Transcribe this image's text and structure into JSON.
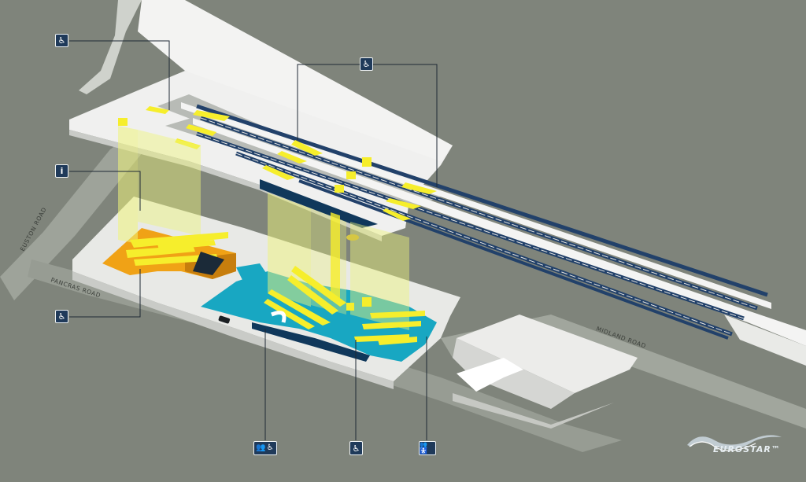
{
  "roads": {
    "euston": "EUSTON ROAD",
    "pancras": "PANCRAS ROAD",
    "midland": "MIDLAND ROAD"
  },
  "icons": {
    "top_left": {
      "name": "wheelchair-icon",
      "glyph": "♿"
    },
    "top_center": {
      "name": "wheelchair-icon",
      "glyph": "♿"
    },
    "info": {
      "name": "information-icon",
      "glyph": "i"
    },
    "left_low": {
      "name": "wheelchair-icon",
      "glyph": "♿"
    },
    "bottom_toilets": {
      "name": "toilets-accessible-icon",
      "glyph": "👥♿"
    },
    "bottom_wheelchair": {
      "name": "wheelchair-icon",
      "glyph": "♿"
    },
    "bottom_baby": {
      "name": "toilets-baby-change-icon",
      "glyph": "👥🚼"
    }
  },
  "logo": {
    "text": "EUROSTAR™"
  },
  "colors": {
    "background": "#7f847b",
    "road": "#9ea39a",
    "platform": "#f0f0ef",
    "escalator": "#f6ee2c",
    "lift_shaft": "#eef47a",
    "departures": "#18a7c2",
    "arrivals": "#f0a216",
    "train": "#22416a",
    "icon_bg": "#1f3a5a"
  }
}
